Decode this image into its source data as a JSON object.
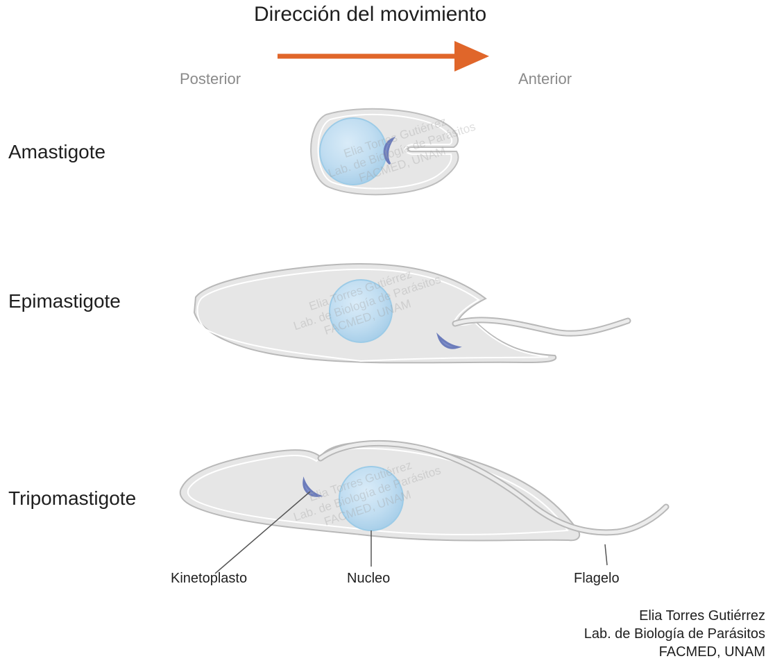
{
  "title": "Dirección del movimiento",
  "direction": {
    "from": "Posterior",
    "to": "Anterior"
  },
  "stages": [
    "Amastigote",
    "Epimastigote",
    "Tripomastigote"
  ],
  "parts": {
    "kinetoplast": "Kinetoplasto",
    "nucleus": "Nucleo",
    "flagellum": "Flagelo"
  },
  "watermark": [
    "Elia Torres Gutiérrez",
    "Lab. de Biología de Parásitos",
    "FACMED, UNAM"
  ],
  "credit": [
    "Elia Torres Gutiérrez",
    "Lab. de Biología de Parásitos",
    "FACMED, UNAM"
  ],
  "colors": {
    "arrow": "#e0662a",
    "cell_fill": "#e6e6e6",
    "nucleus": "#a9d4ef",
    "kinetoplast": "#7f8fc9"
  }
}
